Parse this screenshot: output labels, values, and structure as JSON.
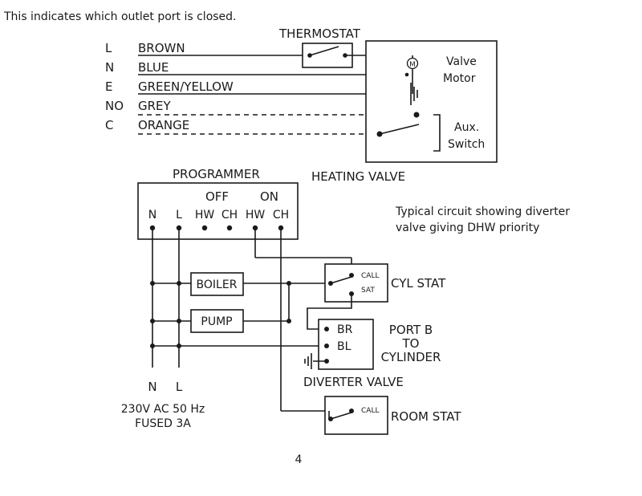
{
  "caption": "This indicates which outlet port is closed.",
  "page_number": "4",
  "heating_valve": {
    "title": "HEATING VALVE",
    "thermostat_label": "THERMOSTAT",
    "wires": [
      {
        "terminal": "L",
        "color": "BROWN"
      },
      {
        "terminal": "N",
        "color": "BLUE"
      },
      {
        "terminal": "E",
        "color": "GREEN/YELLOW"
      },
      {
        "terminal": "NO",
        "color": "GREY"
      },
      {
        "terminal": "C",
        "color": "ORANGE"
      }
    ],
    "motor_symbol": "M",
    "valve_motor_label": [
      "Valve",
      "Motor"
    ],
    "aux_switch_label": [
      "Aux.",
      "Switch"
    ]
  },
  "programmer": {
    "title": "PROGRAMMER",
    "off_label": "OFF",
    "on_label": "ON",
    "terminals": [
      "N",
      "L",
      "HW",
      "CH",
      "HW",
      "CH"
    ]
  },
  "description": [
    "Typical circuit showing diverter",
    "valve giving DHW priority"
  ],
  "components": {
    "boiler": "BOILER",
    "pump": "PUMP",
    "cyl_stat": "CYL STAT",
    "call": "CALL",
    "sat": "SAT",
    "room_stat": "ROOM STAT",
    "diverter_valve": "DIVERTER VALVE",
    "br": "BR",
    "bl": "BL",
    "port_b": [
      "PORT B",
      "TO",
      "CYLINDER"
    ]
  },
  "supply": {
    "n": "N",
    "l": "L",
    "voltage": "230V AC 50 Hz",
    "fuse": "FUSED 3A"
  },
  "colors": {
    "ink": "#1a1a1a",
    "background": "#ffffff"
  }
}
